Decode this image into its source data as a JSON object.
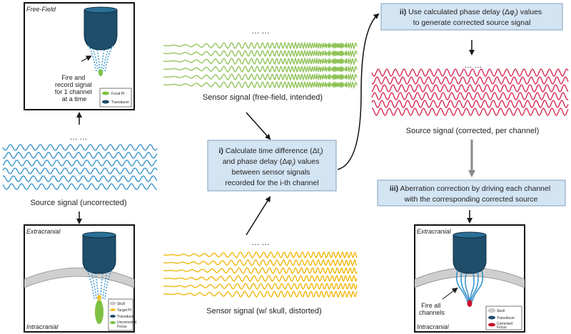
{
  "panels": {
    "free_field": {
      "title": "Free-Field",
      "note": [
        "Fire and",
        "record signal",
        "for 1 channel",
        "at a time"
      ],
      "legend": [
        {
          "label": "Focal Pt",
          "color": "#7dc142"
        },
        {
          "label": "Transducer",
          "color": "#1f4e6b"
        }
      ]
    },
    "extracranial_uncorrected": {
      "top_label": "Extracranial",
      "bottom_label": "Intracranial",
      "legend": [
        {
          "label": "Skull",
          "color": "#cfcfcf"
        },
        {
          "label": "Target Pt",
          "color": "#f2c12e"
        },
        {
          "label": "Transducer",
          "color": "#1f4e6b"
        },
        {
          "label": "Uncorrected",
          "label2": "Focus",
          "color": "#7dc142"
        }
      ]
    },
    "extracranial_corrected": {
      "top_label": "Extracranial",
      "bottom_label": "Intracranial",
      "note": [
        "Fire all",
        "channels"
      ],
      "legend": [
        {
          "label": "Skull",
          "color": "#cfcfcf"
        },
        {
          "label": "Transducer",
          "color": "#1f4e6b"
        },
        {
          "label": "Corrected",
          "label2": "Focus",
          "color": "#c8102e"
        }
      ]
    }
  },
  "signals": {
    "ellipsis": "… …",
    "source_uncorrected": {
      "caption": "Source signal (uncorrected)",
      "color": "#2f8fc9"
    },
    "free_field": {
      "caption": "Sensor signal (free-field, intended)",
      "color": "#8cc152"
    },
    "skull": {
      "caption": "Sensor signal (w/ skull, distorted)",
      "color": "#f0b400"
    },
    "corrected": {
      "caption": "Source signal (corrected, per channel)",
      "color": "#d6204b"
    }
  },
  "steps": {
    "step1": {
      "num": "i)",
      "lines": [
        "Calculate time difference (Δt",
        "and phase delay (Δφ",
        "between sensor signals",
        "recorded for the i-th channel"
      ],
      "line1_rest": ") values",
      "line0_rest": ")",
      "sub": "i"
    },
    "step2": {
      "num": "ii)",
      "lines": [
        "Use calculated phase delay (Δφ",
        "to generate corrected source signal"
      ],
      "line0_rest": ") values",
      "sub": "i"
    },
    "step3": {
      "num": "iii)",
      "lines": [
        "Aberration correction by driving each channel",
        "with the corresponding corrected source"
      ]
    }
  },
  "colors": {
    "box_fill": "#d3e4f3",
    "box_stroke": "#7f9fbf",
    "transducer": "#1f4e6b",
    "skull": "#cfcfcf",
    "arrow": "#1a1a1a",
    "gray_arrow": "#8a8a8a"
  }
}
